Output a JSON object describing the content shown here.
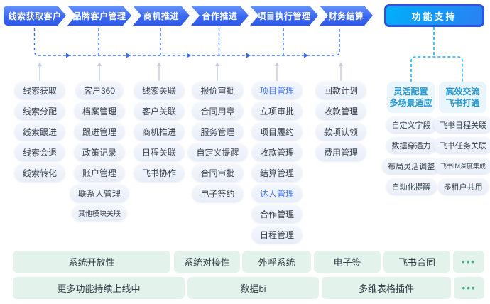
{
  "flow": {
    "steps": [
      "线索获取客户",
      "品牌客户管理",
      "商机推进",
      "合作推进",
      "项目执行管理",
      "财务结算"
    ],
    "support_label": "功能支持"
  },
  "columns": [
    {
      "items": [
        "线索获取",
        "线索分配",
        "线索跟进",
        "线索会退",
        "线索转化"
      ]
    },
    {
      "items": [
        "客户360",
        "档案管理",
        "跟进管理",
        "政策记录",
        "账户管理",
        "联系人管理",
        "其他模块关联"
      ]
    },
    {
      "items": [
        "线索关联",
        "客户关联",
        "商机推进",
        "日程关联",
        "飞书协作"
      ]
    },
    {
      "items": [
        "报价审批",
        "合同用章",
        "服务管理",
        "自定义提醒",
        "合同审批",
        "电子签约"
      ]
    },
    {
      "items": [
        "项目管理",
        "立项审批",
        "项目履约",
        "收款管理",
        "结算管理",
        "达人管理",
        "合作管理",
        "日程管理"
      ]
    },
    {
      "items": [
        "回款计划",
        "收款管理",
        "款项认领",
        "费用管理"
      ]
    }
  ],
  "highlighted_items": [
    "项目管理",
    "达人管理"
  ],
  "support": {
    "headers": [
      {
        "line1": "灵活配置",
        "line2": "多场景适应"
      },
      {
        "line1": "高效交流",
        "line2": "飞书打通"
      }
    ],
    "left_items": [
      "自定义字段",
      "数据穿透力",
      "布局灵活调整",
      "自动化提醒"
    ],
    "right_items": [
      "飞书日程关联",
      "飞书任务关联",
      "飞书IM深度集成",
      "多租户共用"
    ]
  },
  "bottom": {
    "row1": [
      "系统开放性",
      "系统对接性",
      "外呼系统",
      "电子签",
      "飞书合同",
      "•••"
    ],
    "row2": [
      "更多功能持续上线中",
      "数据bi",
      "多维表格插件",
      "•••"
    ]
  },
  "colors": {
    "flow_blue": "#3b68f0",
    "connector_blue": "#3b6cf0",
    "support_cyan": "#1cb2f5",
    "highlight_text": "#4576f5",
    "pill_bg": "#eef2fa",
    "support_header_bg": "#e9f6fd",
    "support_header_text": "#2698cf",
    "bottom_bg": "#e3f3ec",
    "dots_green": "#4fa884"
  }
}
